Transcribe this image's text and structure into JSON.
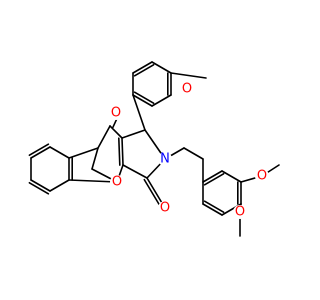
{
  "molecule": {
    "colors": {
      "bond": "#000000",
      "oxygen": "#ff0000",
      "nitrogen": "#0000ff",
      "background": "#ffffff"
    },
    "atom_labels": {
      "o_methoxy_top": "O",
      "o_ketone_top": "O",
      "n_ring": "N",
      "o_pyran": "O",
      "o_ketone_bottom": "O",
      "o_methoxy_right_upper": "O",
      "o_methoxy_right_lower": "O"
    }
  }
}
